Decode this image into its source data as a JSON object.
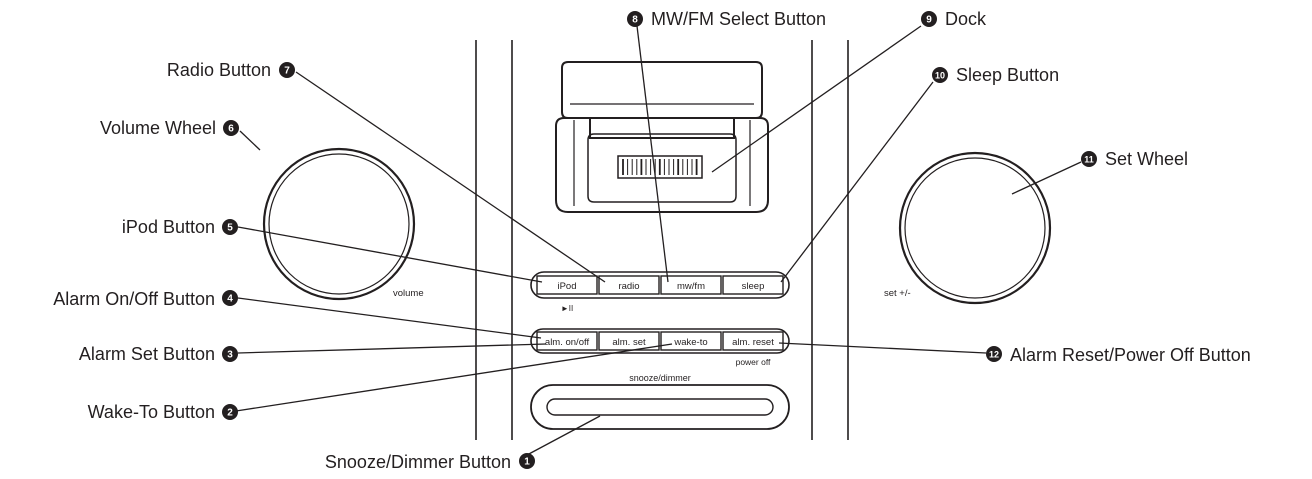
{
  "colors": {
    "ink": "#231f20",
    "background": "#ffffff",
    "badge_text": "#ffffff"
  },
  "callouts": [
    {
      "num": "1",
      "label": "Snooze/Dimmer Button"
    },
    {
      "num": "2",
      "label": "Wake-To Button"
    },
    {
      "num": "3",
      "label": "Alarm Set Button"
    },
    {
      "num": "4",
      "label": "Alarm On/Off Button"
    },
    {
      "num": "5",
      "label": "iPod Button"
    },
    {
      "num": "6",
      "label": "Volume Wheel"
    },
    {
      "num": "7",
      "label": "Radio Button"
    },
    {
      "num": "8",
      "label": "MW/FM Select Button"
    },
    {
      "num": "9",
      "label": "Dock"
    },
    {
      "num": "10",
      "label": "Sleep Button"
    },
    {
      "num": "11",
      "label": "Set Wheel"
    },
    {
      "num": "12",
      "label": "Alarm Reset/Power Off Button"
    }
  ],
  "device": {
    "buttons_top": [
      "iPod",
      "radio",
      "mw/fm",
      "sleep"
    ],
    "play_pause_glyph": "►II",
    "buttons_bottom": [
      "alm. on/off",
      "alm. set",
      "wake-to",
      "alm. reset"
    ],
    "power_off_label": "power off",
    "snooze_label": "snooze/dimmer",
    "volume_label": "volume",
    "set_label": "set +/-"
  }
}
